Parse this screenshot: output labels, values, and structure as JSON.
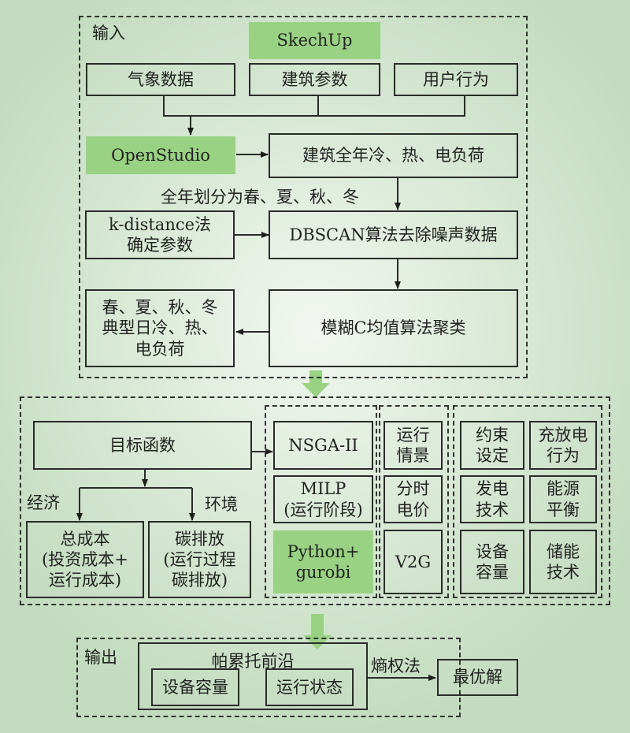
{
  "input_section": {
    "title": "输入",
    "sketchup": "SkechUp",
    "weather_data": "气象数据",
    "building_params": "建筑参数",
    "user_behavior": "用户行为",
    "openstudio": "OpenStudio",
    "annual_load": "建筑全年冷、热、电负荷",
    "season_split": "全年划分为春、夏、秋、冬",
    "kdistance": [
      "k-distance法",
      "确定参数"
    ],
    "dbscan": "DBSCAN算法去除噪声数据",
    "fcm": "模糊C均值算法聚类",
    "typical_day": [
      "春、夏、秋、冬",
      "典型日冷、热、",
      "电负荷"
    ]
  },
  "model_section": {
    "objective": "目标函数",
    "economy_label": "经济",
    "environment_label": "环境",
    "total_cost": [
      "总成本",
      "(投资成本+",
      "运行成本)"
    ],
    "carbon": [
      "碳排放",
      "(运行过程",
      "碳排放)"
    ],
    "solvers": {
      "nsga": "NSGA-II",
      "milp": [
        "MILP",
        "(运行阶段)"
      ],
      "python": [
        "Python+",
        "gurobi"
      ]
    },
    "scenarios": [
      [
        "运行",
        "情景"
      ],
      [
        "分时",
        "电价"
      ],
      [
        "V2G"
      ]
    ],
    "constraints": [
      [
        "约束",
        "设定"
      ],
      [
        "充放电",
        "行为"
      ],
      [
        "发电",
        "技术"
      ],
      [
        "能源",
        "平衡"
      ],
      [
        "设备",
        "容量"
      ],
      [
        "储能",
        "技术"
      ]
    ]
  },
  "output_section": {
    "title": "输出",
    "pareto": "帕累托前沿",
    "equipment_capacity": "设备容量",
    "operation_state": "运行状态",
    "entropy_method": "熵权法",
    "optimal": "最优解"
  },
  "colors": {
    "highlight_green": "#99d283",
    "line": "#2b2b2b"
  }
}
